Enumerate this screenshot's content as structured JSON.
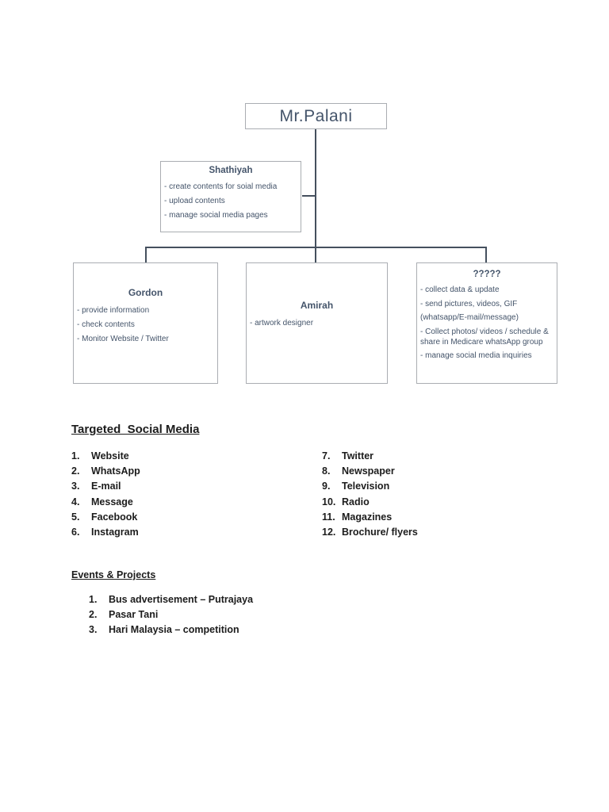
{
  "org_chart": {
    "root": {
      "name": "Mr.Palani"
    },
    "assistant": {
      "name": "Shathiyah",
      "items": [
        "- create contents for soial media",
        "- upload contents",
        "- manage social media pages"
      ]
    },
    "children": [
      {
        "name": "Gordon",
        "items": [
          "- provide information",
          "- check contents",
          "- Monitor Website / Twitter"
        ]
      },
      {
        "name": "Amirah",
        "items": [
          "- artwork designer"
        ]
      },
      {
        "name": "?????",
        "items": [
          "- collect data & update",
          "- send pictures, videos, GIF",
          "(whatsapp/E-mail/message)",
          "- Collect photos/ videos / schedule & share in Medicare whatsApp group",
          "- manage social media inquiries"
        ]
      }
    ],
    "colors": {
      "node_text": "#44546A",
      "node_border": "#AAADB2",
      "connector": "#45505E"
    }
  },
  "targeted_social_media": {
    "heading": "Targeted  Social Media",
    "left_items": [
      {
        "num": "1.",
        "label": "Website"
      },
      {
        "num": "2.",
        "label": "WhatsApp"
      },
      {
        "num": "3.",
        "label": "E-mail"
      },
      {
        "num": "4.",
        "label": "Message"
      },
      {
        "num": "5.",
        "label": "Facebook"
      },
      {
        "num": "6.",
        "label": "Instagram"
      }
    ],
    "right_items": [
      {
        "num": "7.",
        "label": "Twitter"
      },
      {
        "num": "8.",
        "label": "Newspaper"
      },
      {
        "num": "9.",
        "label": "Television"
      },
      {
        "num": "10.",
        "label": "Radio"
      },
      {
        "num": "11.",
        "label": "Magazines"
      },
      {
        "num": "12.",
        "label": "Brochure/ flyers"
      }
    ]
  },
  "events_projects": {
    "heading": "Events & Projects",
    "items": [
      {
        "num": "1.",
        "label": "Bus advertisement – Putrajaya"
      },
      {
        "num": "2.",
        "label": "Pasar Tani"
      },
      {
        "num": "3.",
        "label": "Hari Malaysia – competition"
      }
    ]
  },
  "page_colors": {
    "background": "#FFFFFF",
    "list_text": "#1C1C1C"
  }
}
